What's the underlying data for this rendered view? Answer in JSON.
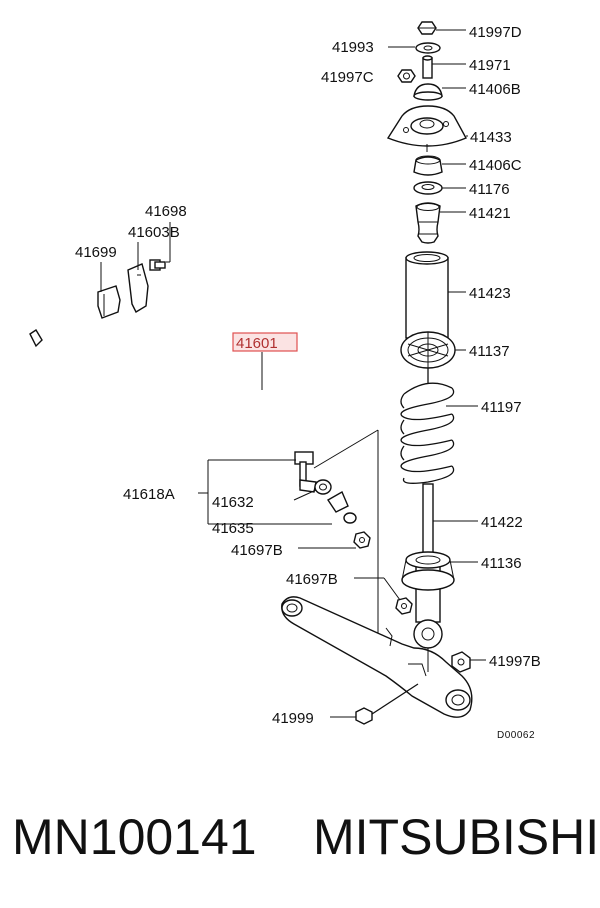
{
  "labels": {
    "p41997D": "41997D",
    "p41993": "41993",
    "p41971": "41971",
    "p41997C": "41997C",
    "p41406B": "41406B",
    "p41433": "41433",
    "p41406C": "41406C",
    "p41176": "41176",
    "p41421": "41421",
    "p41698": "41698",
    "p41603B": "41603B",
    "p41699": "41699",
    "p41423": "41423",
    "p41601": "41601",
    "p41137": "41137",
    "p41197": "41197",
    "p41618A": "41618A",
    "p41632": "41632",
    "p41422": "41422",
    "p41635": "41635",
    "p41697B_a": "41697B",
    "p41136": "41136",
    "p41697B_b": "41697B",
    "p41997B": "41997B",
    "p41999": "41999"
  },
  "diagram_code": "D00062",
  "highlight_color": "#e05050",
  "caption": {
    "part_number": "MN100141",
    "brand": "MITSUBISHI"
  }
}
